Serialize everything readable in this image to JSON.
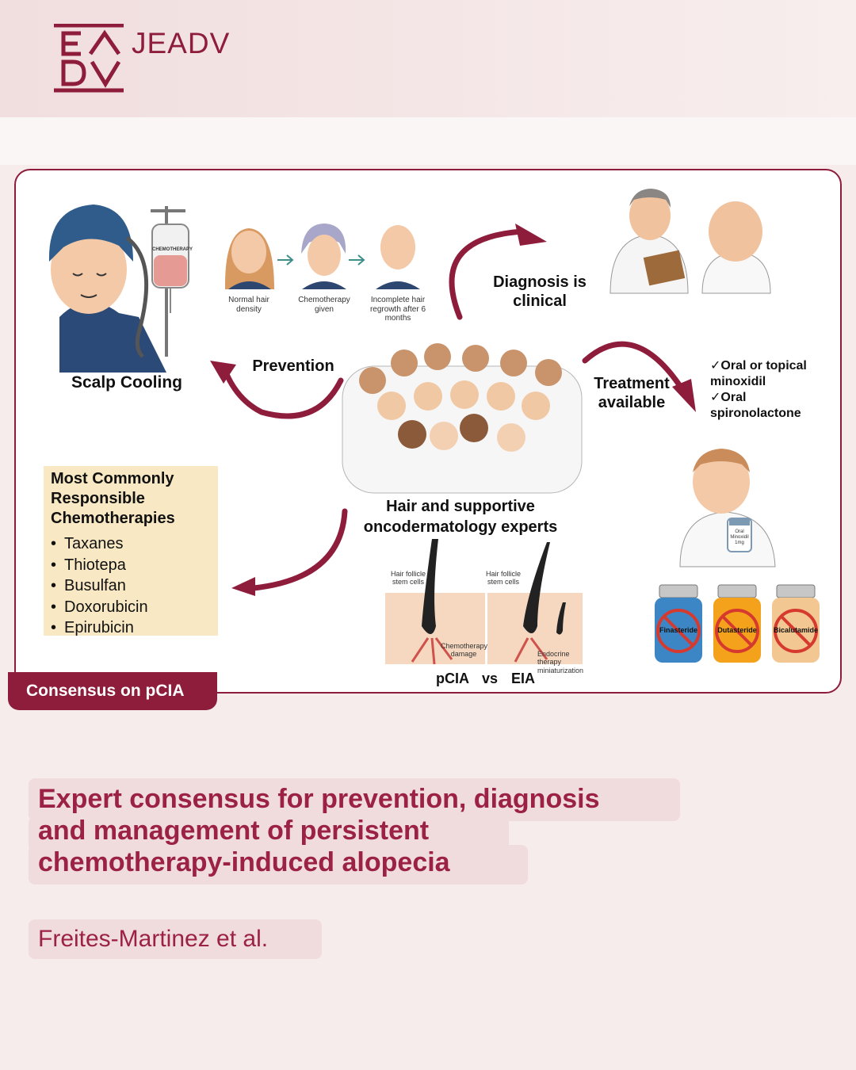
{
  "brand": {
    "logo_glyphs": "EA DV",
    "name": "JEADV",
    "color": "#8e1d3c"
  },
  "infographic": {
    "scalp_cooling": "Scalp Cooling",
    "iv_bag_label": "CHEMOTHERAPY",
    "sequence": {
      "steps": [
        "Normal hair density",
        "Chemotherapy given",
        "Incomplete hair regrowth after 6 months"
      ]
    },
    "prevention": "Prevention",
    "diagnosis": "Diagnosis is clinical",
    "treatment": "Treatment available",
    "treatment_options": [
      "Oral or topical minoxidil",
      "Oral spironolactone"
    ],
    "experts": "Hair and supportive oncodermatology experts",
    "chemo_box": {
      "title": "Most Commonly Responsible Chemotherapies",
      "items": [
        "Taxanes",
        "Thiotepa",
        "Busulfan",
        "Doxorubicin",
        "Epirubicin"
      ]
    },
    "follicle": {
      "stem_cells_left": "Hair follicle stem cells",
      "stem_cells_right": "Hair follicle stem cells",
      "chemo_damage": "Chemotherapy damage",
      "endocrine": "Endocrine therapy miniaturization",
      "compare_left": "pCIA",
      "compare_vs": "vs",
      "compare_right": "EIA"
    },
    "bottle_label": "Oral Minoxidil 1mg",
    "contraindicated": [
      {
        "name": "Finasteride",
        "color": "#3d86c6"
      },
      {
        "name": "Dutasteride",
        "color": "#f4a21c"
      },
      {
        "name": "Bicalutamide",
        "color": "#f3c792"
      }
    ],
    "tab": "Consensus on pCIA"
  },
  "article": {
    "title_lines": [
      "Expert consensus for prevention, diagnosis",
      "and management of persistent",
      "chemotherapy-induced alopecia"
    ],
    "authors": "Freites-Martinez et al."
  },
  "colors": {
    "accent": "#8e1d3c",
    "title": "#9b2145",
    "box_bg": "#f8e9c4"
  }
}
